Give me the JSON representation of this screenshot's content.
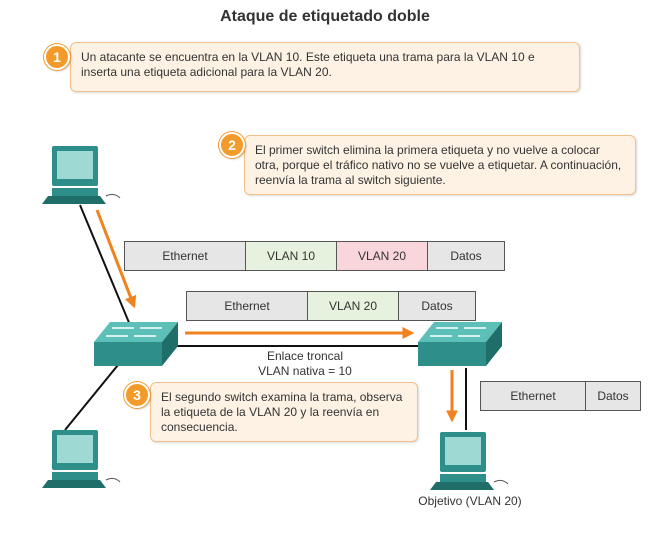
{
  "title": "Ataque de etiquetado doble",
  "steps": [
    {
      "num": "1",
      "text": "Un atacante se encuentra en la VLAN 10. Este etiqueta una trama para la VLAN 10 e inserta una etiqueta adicional para la VLAN 20."
    },
    {
      "num": "2",
      "text": "El primer switch elimina la primera etiqueta y no vuelve a colocar otra, porque el tráfico nativo no se vuelve a etiquetar. A continuación, reenvía la trama al switch siguiente."
    },
    {
      "num": "3",
      "text": "El segundo switch examina la trama, observa la etiqueta de la VLAN 20 y la reenvía en consecuencia."
    }
  ],
  "frames": {
    "frame1": [
      "Ethernet",
      "VLAN 10",
      "VLAN 20",
      "Datos"
    ],
    "frame2": [
      "Ethernet",
      "VLAN 20",
      "Datos"
    ],
    "frame3": [
      "Ethernet",
      "Datos"
    ]
  },
  "trunk": {
    "line1": "Enlace troncal",
    "line2": "VLAN nativa = 10"
  },
  "target_label": "Objetivo (VLAN 20)",
  "colors": {
    "accent": "#f39b2a",
    "device": "#2e8f8a",
    "frame_vlan10": "#e6f2dd",
    "frame_vlan20": "#f8d6dc"
  }
}
